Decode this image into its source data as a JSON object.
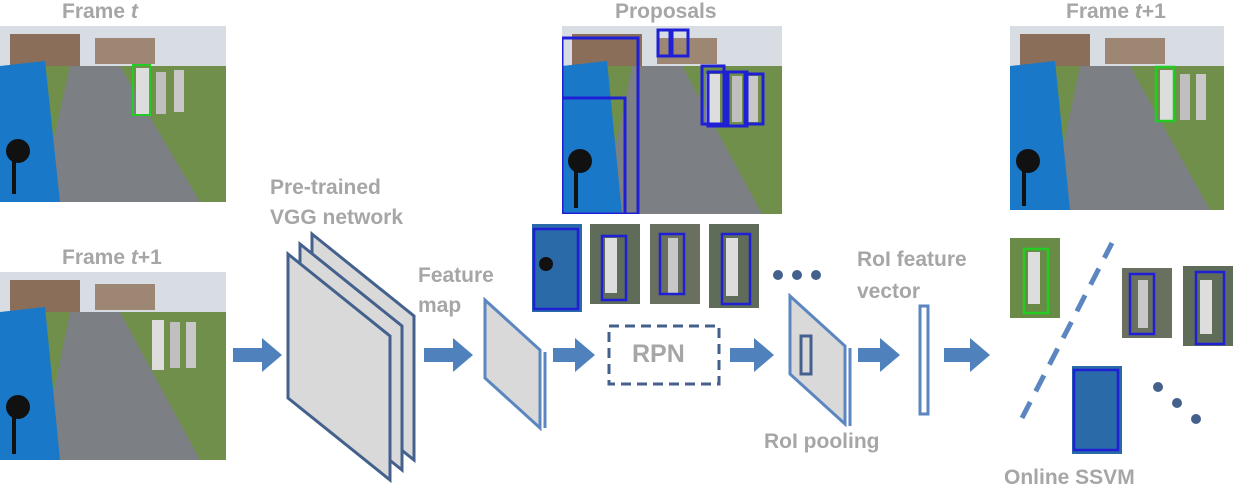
{
  "labels": {
    "frame_t_prefix": "Frame ",
    "frame_t_var": "t",
    "frame_t1_prefix": "Frame ",
    "frame_t1_var": "t",
    "frame_t1_suffix": "+1",
    "proposals": "Proposals",
    "vgg_line1": "Pre-trained",
    "vgg_line2": "VGG network",
    "feature_map_line1": "Feature",
    "feature_map_line2": "map",
    "rpn": "RPN",
    "roi_feature_line1": "RoI  feature",
    "roi_feature_line2": "vector",
    "roi_pooling": "RoI pooling",
    "online_ssvm": "Online SSVM"
  },
  "colors": {
    "label_gray": "#a6a6a6",
    "arrow_blue": "#4f81bd",
    "layer_stroke": "#44618d",
    "layer_fill": "#d9d9d9",
    "proposal_box": "#1f1fd6",
    "target_box": "#22cc22",
    "dashed_line": "#5b86c0"
  }
}
